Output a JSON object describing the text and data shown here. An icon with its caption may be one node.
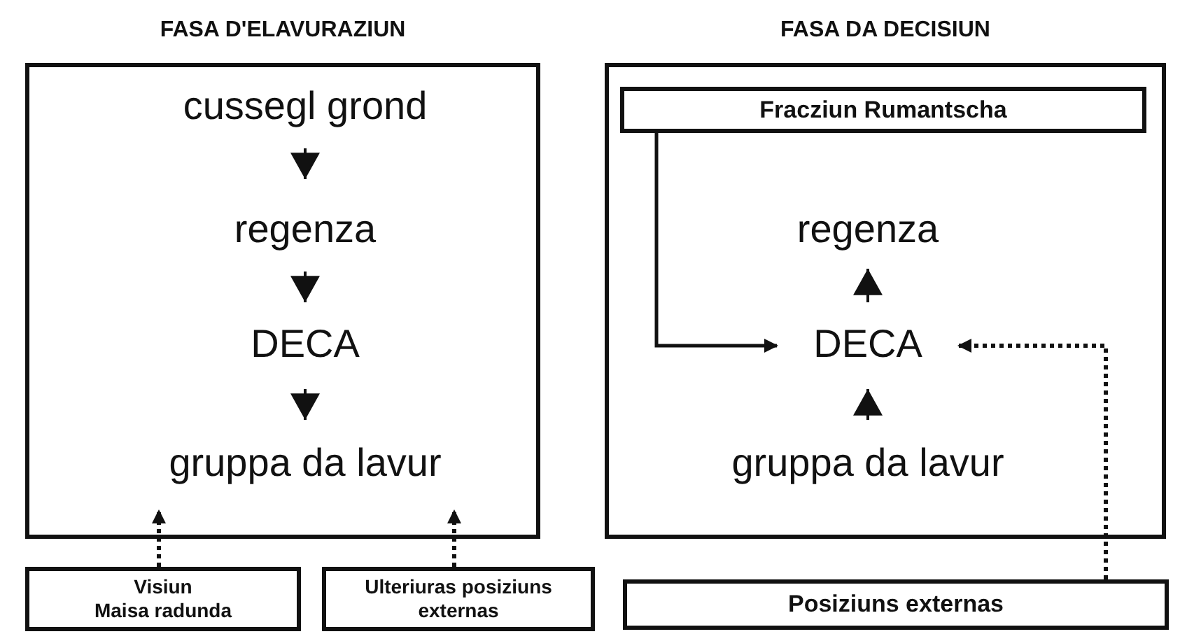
{
  "diagram": {
    "nodes": [
      {
        "text": [
          "FASA D'ELAVURAZIUN"
        ]
      },
      {
        "text": [
          "cussegl grond"
        ],
        "in": 0
      },
      {
        "text": [
          "regenza"
        ],
        "in": 0
      },
      {
        "text": [
          "DECA"
        ],
        "in": 0
      },
      {
        "text": [
          "gruppa da lavur"
        ],
        "in": 0
      },
      {
        "text": [
          "FASA DA DECISIUN"
        ]
      },
      {
        "text": [
          "Fracziun Rumantscha"
        ],
        "in": 5
      },
      {
        "text": [
          "regenza"
        ],
        "in": 5
      },
      {
        "text": [
          "DECA"
        ],
        "in": 5
      },
      {
        "text": [
          "gruppa da lavur"
        ],
        "in": 5
      },
      {
        "text": [
          "Visiun",
          "Maisa radunda"
        ]
      },
      {
        "text": [
          "Ulteriuras posiziuns externas"
        ]
      },
      {
        "text": [
          "Posiziuns externas"
        ]
      }
    ],
    "edges": [
      {
        "from": 1,
        "to": 2,
        "arrow": "to"
      },
      {
        "from": 2,
        "to": 3,
        "arrow": "to"
      },
      {
        "from": 3,
        "to": 4,
        "arrow": "to"
      },
      {
        "from": 9,
        "to": 8,
        "arrow": "to"
      },
      {
        "from": 8,
        "to": 7,
        "arrow": "to"
      },
      {
        "from": 6,
        "to": 8,
        "arrow": "to"
      },
      {
        "from": 12,
        "to": 8,
        "arrow": "to",
        "style": "dashed"
      },
      {
        "from": 10,
        "to": 4,
        "arrow": "to",
        "style": "dashed"
      },
      {
        "from": 11,
        "to": 4,
        "arrow": "to",
        "style": "dashed"
      }
    ]
  }
}
